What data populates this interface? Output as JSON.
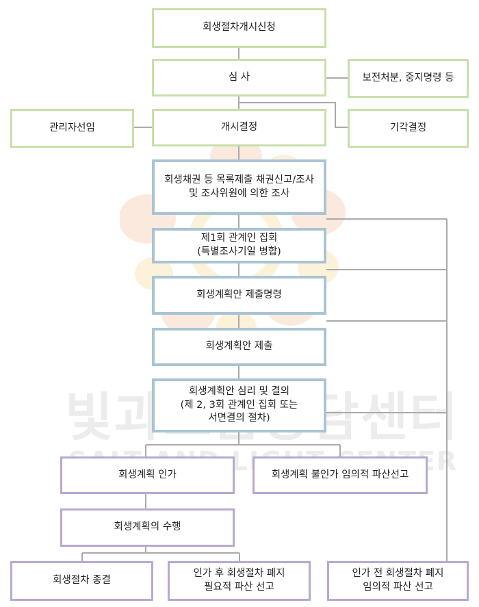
{
  "watermark": {
    "korean": "빛과소금상담센터",
    "english": "SALT AND LIGHT CENTER"
  },
  "colors": {
    "green_border": "#c8dfaa",
    "blue_border": "#a8c4d4",
    "purple_border": "#b8a8d0",
    "connector": "#aaaaaa"
  },
  "nodes": {
    "application": "회생절차개시신청",
    "review": "심 사",
    "preservation": "보전처분, 중지명령 등",
    "trustee": "관리자선임",
    "commencement": "개시결정",
    "dismissal": "기각결정",
    "claims_line1": "회생채권 등 목록제출 채권신고/조사",
    "claims_line2": "및  조사위원에 의한 조사",
    "meeting_line1": "제1회 관계인 집회",
    "meeting_line2": "(특별조사기일 병합)",
    "plan_order": "회생계획안 제출명령",
    "plan_submit": "회생계획안 제출",
    "plan_review_line1": "회생계획안 심리 및 결의",
    "plan_review_line2": "(제 2, 3회 관계인 집회 또는",
    "plan_review_line3": "서면결의 절차)",
    "plan_approval": "회생계획 인가",
    "plan_rejection": "회생계획 불인가 임의적 파산선고",
    "plan_execution": "회생계획의 수행",
    "termination": "회생절차 종결",
    "post_abolition_line1": "인가 후 회생절차 폐지",
    "post_abolition_line2": "필요적 파산 선고",
    "pre_abolition_line1": "인가 전 회생절차 폐지",
    "pre_abolition_line2": "임의적 파산 선고"
  }
}
